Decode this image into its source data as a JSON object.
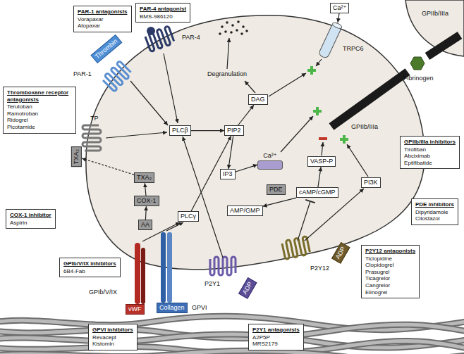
{
  "diagram": {
    "nodes": [
      {
        "text": [
          "PAR-1 antagonists",
          "Vorapaxar",
          "Atopaxar"
        ]
      },
      {
        "text": [
          "PAR-4 antagonist",
          "BMS-986120"
        ]
      },
      {
        "text": [
          "Ca²⁺"
        ]
      },
      {
        "text": [
          "Thrombin"
        ]
      },
      {
        "text": [
          "DAG"
        ]
      },
      {
        "text": [
          "Thromboxane receptor antagonists",
          "Terutoban",
          "Ramotroban",
          "Ridogrel",
          "Picotamide"
        ]
      },
      {
        "text": [
          "PLCβ"
        ]
      },
      {
        "text": [
          "PIP2"
        ]
      },
      {
        "text": [
          "GPIIb/IIIa inhibitors",
          "Tirofiban",
          "Abciximab",
          "Eptifibatide"
        ]
      },
      {
        "text": [
          "TXA₂"
        ]
      },
      {
        "text": [
          "Ca²⁺"
        ]
      },
      {
        "text": [
          "VASP-P"
        ]
      },
      {
        "text": [
          "IP3"
        ]
      },
      {
        "text": [
          "TXA₂"
        ]
      },
      {
        "text": [
          "PDE"
        ]
      },
      {
        "text": [
          "cAMP/cGMP"
        ]
      },
      {
        "text": [
          "PI3K"
        ]
      },
      {
        "text": [
          "COX-1"
        ]
      },
      {
        "text": [
          "PDE inhibitors",
          "Dipyridamole",
          "Cilostazol"
        ]
      },
      {
        "text": [
          "AMP/GMP"
        ]
      },
      {
        "text": [
          "PLCγ"
        ]
      },
      {
        "text": [
          "AA"
        ]
      },
      {
        "text": [
          "COX-1 inhibitor",
          "Aspirin"
        ]
      },
      {
        "text": [
          "ADP"
        ]
      },
      {
        "text": [
          "P2Y12 antagonists",
          "Ticlopidine",
          "Clopidogrel",
          "Prasugrel",
          "Ticagrelor",
          "Cangrelor",
          "Elinogrel"
        ]
      },
      {
        "text": [
          "GPIb/V/IX inhibitors",
          "6B4-Fab"
        ]
      },
      {
        "text": [
          "ADP"
        ]
      },
      {
        "text": [
          "vWF"
        ]
      },
      {
        "text": [
          "Collagen"
        ]
      },
      {
        "text": [
          "GPVI inhibitors",
          "Revacept",
          "Kistomin"
        ]
      },
      {
        "text": [
          "P2Y1 antagonists",
          "A2P5P",
          "MRS2179"
        ]
      }
    ],
    "edges": [
      {
        "from": 6,
        "to": 7,
        "arrow": "to"
      },
      {
        "from": 7,
        "to": 4,
        "arrow": "to"
      },
      {
        "from": 7,
        "to": 12,
        "arrow": "to"
      },
      {
        "from": 12,
        "to": 10,
        "arrow": "to"
      },
      {
        "from": 20,
        "to": 7,
        "arrow": "to"
      },
      {
        "from": 21,
        "to": 17,
        "arrow": "to"
      },
      {
        "from": 17,
        "to": 13,
        "arrow": "to"
      },
      {
        "from": 13,
        "to": 9,
        "arrow": "to"
      },
      {
        "from": 15,
        "to": 19,
        "arrow": "to"
      },
      {
        "from": 15,
        "to": 11,
        "arrow": "to"
      }
    ],
    "labels": [
      "GPIIb/IIIa",
      "PAR-4",
      "PAR-1",
      "TRPC6",
      "Degranulation",
      "Fibrinogen",
      "TP",
      "GPIIb/IIIa",
      "P2Y1",
      "P2Y12",
      "GPIb/V/IX",
      "GPVI"
    ]
  }
}
